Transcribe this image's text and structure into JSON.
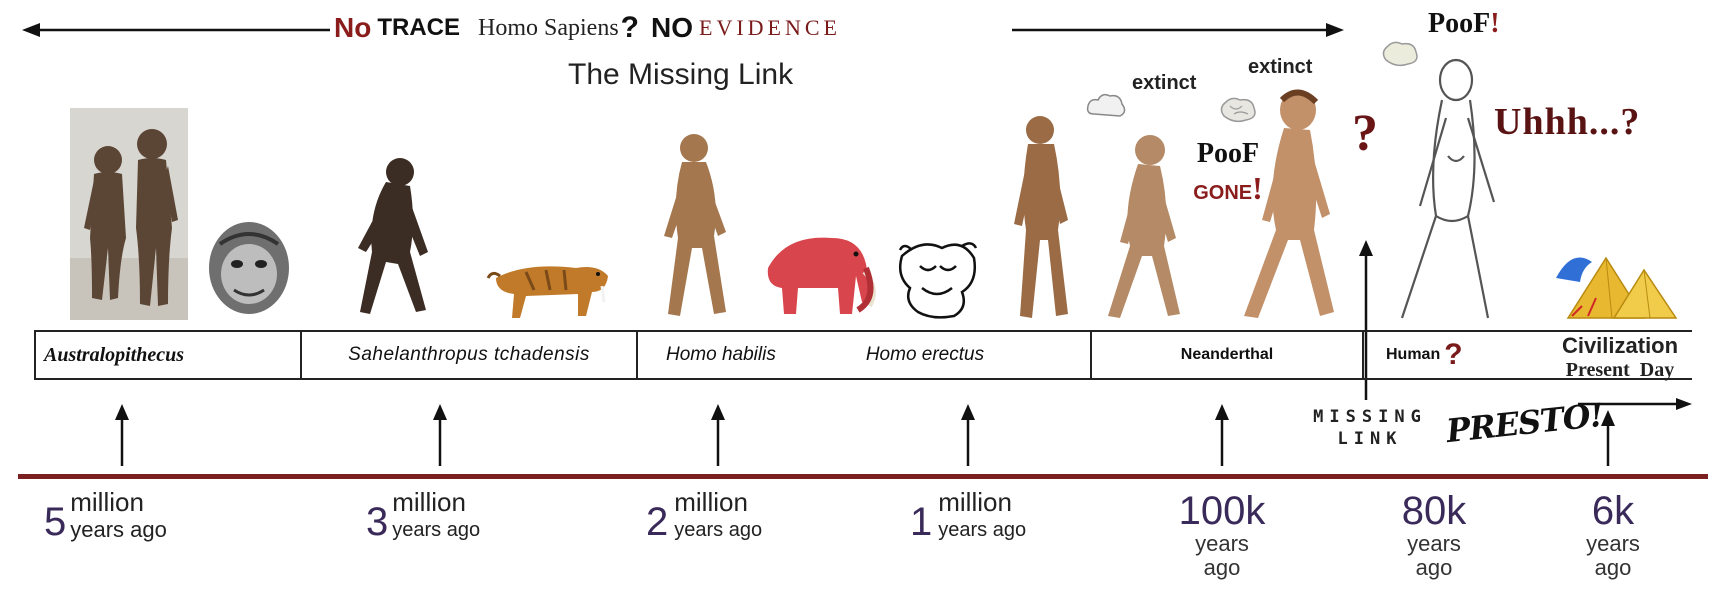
{
  "banner": {
    "no": "No",
    "trace": "TRACE",
    "homo_sapiens": "Homo Sapiens",
    "question": "?",
    "no2": "NO",
    "evidence": "EVIDENCE"
  },
  "title": "The Missing Link",
  "annotations": {
    "extinct_1": "extinct",
    "extinct_2": "extinct",
    "poof_gone_poof": "PooF",
    "poof_gone_gone": "GONE",
    "poof_gone_excl": "!",
    "question_mark": "?",
    "poof_top": "PooF",
    "poof_top_excl": "!",
    "uhhh": "Uhhh...?",
    "missing_link_line1": "MISSING",
    "missing_link_line2": "LINK",
    "presto": "PRESTO!"
  },
  "species": [
    {
      "name": "Australopithecus"
    },
    {
      "name": "Sahelanthropus tchadensis"
    },
    {
      "name": "Homo habilis"
    },
    {
      "name": "Homo erectus"
    },
    {
      "name": "Neanderthal"
    },
    {
      "name": "Human",
      "suffix": "?"
    },
    {
      "name": "Civilization",
      "sub": "Present  Day"
    }
  ],
  "timeline": [
    {
      "num": "5",
      "unit": "million",
      "sub": "years ago"
    },
    {
      "num": "3",
      "unit": "million",
      "sub": "years ago"
    },
    {
      "num": "2",
      "unit": "million",
      "sub": "years ago"
    },
    {
      "num": "1",
      "unit": "million",
      "sub": "years ago"
    },
    {
      "num": "100k",
      "line2": "years",
      "line3": "ago"
    },
    {
      "num": "80k",
      "line2": "years",
      "line3": "ago"
    },
    {
      "num": "6k",
      "line2": "years",
      "line3": "ago"
    }
  ],
  "colors": {
    "timeline_line": "#7a2020",
    "accent_red": "#8b1c1c",
    "date_purple": "#3a2a5a"
  },
  "icons": [
    "australopithecus-pair-figure",
    "chimp-head-figure",
    "sahelanthropus-figure",
    "sabertooth-cat-figure",
    "homo-habilis-figure",
    "mammoth-figure",
    "cave-drawing-figure",
    "homo-erectus-figure",
    "neanderthal-figure-1",
    "neanderthal-figure-2",
    "human-sketch-figure",
    "pyramids-figure",
    "cloud-icon",
    "brain-icon"
  ]
}
